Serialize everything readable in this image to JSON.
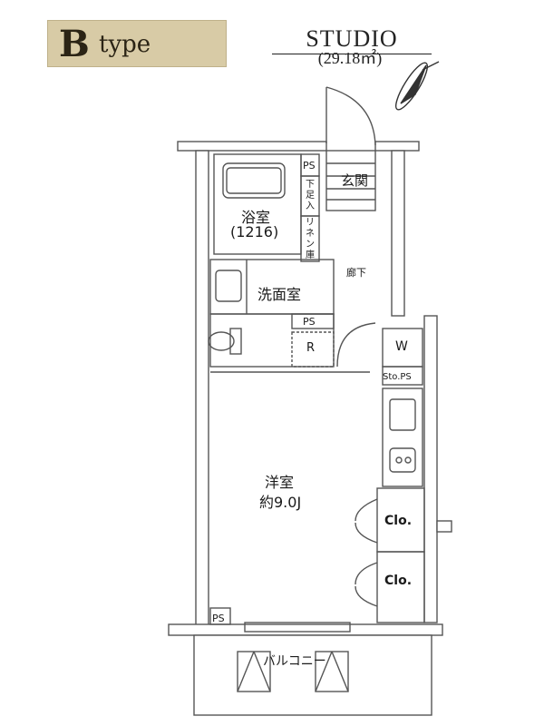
{
  "header": {
    "type_letter": "B",
    "type_word": "type",
    "plan_name": "STUDIO",
    "area": "(29.18㎡)"
  },
  "rooms": {
    "bath": "浴室",
    "bath_size": "(1216)",
    "entrance": "玄関",
    "corridor": "廊下",
    "washroom": "洗面室",
    "western_room": "洋室",
    "western_room_size": "約9.0J",
    "balcony": "バルコニー",
    "closet_1": "Clo.",
    "closet_2": "Clo."
  },
  "labels": {
    "ps_entrance": "PS",
    "ps_toilet": "PS",
    "ps_corner": "PS",
    "sto_ps": "Sto.PS",
    "shoe_box": "下足入",
    "linen": "リネン庫",
    "fridge": "R",
    "washer": "W"
  },
  "compass": {
    "icon": "north-arrow-icon"
  }
}
